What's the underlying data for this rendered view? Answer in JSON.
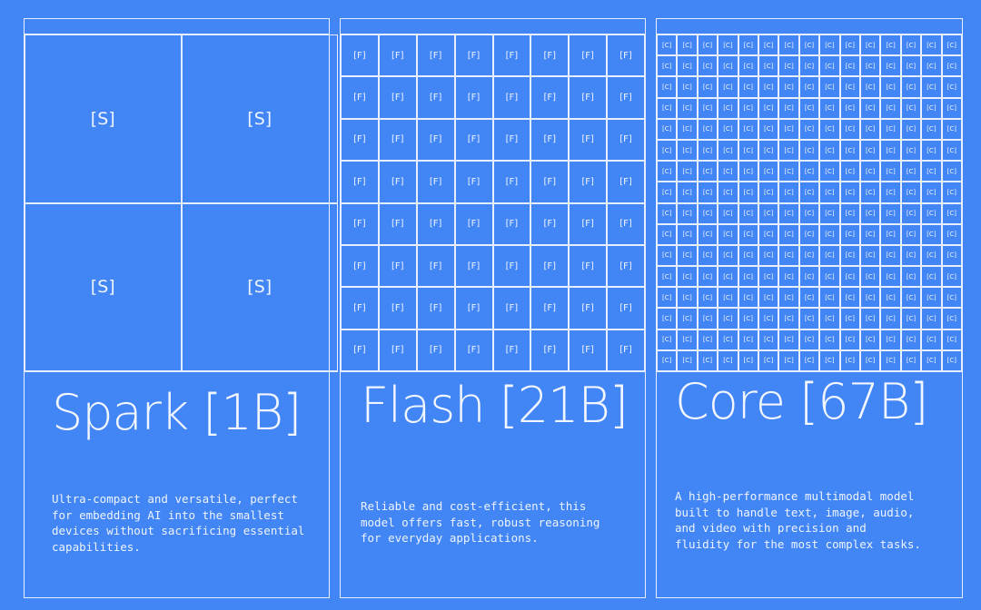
{
  "panels": [
    {
      "id": "spark",
      "title": "Spark [1B]",
      "cell_label": "[S]",
      "cols": 2,
      "rows": 2,
      "description": "Ultra-compact and versatile, perfect\nfor embedding AI into the smallest\ndevices without sacrificing essential\ncapabilities."
    },
    {
      "id": "flash",
      "title": "Flash [21B]",
      "cell_label": "[F]",
      "cols": 8,
      "rows": 8,
      "description": "Reliable and cost-efficient, this\nmodel offers fast, robust reasoning\nfor everyday applications."
    },
    {
      "id": "core",
      "title": "Core [67B]",
      "cell_label": "[C]",
      "cols": 15,
      "rows": 16,
      "description": "A high-performance multimodal model\nbuilt to handle text, image, audio,\nand video with precision and\nfluidity for the most complex tasks."
    }
  ],
  "colors": {
    "background": "#4285f4",
    "line": "#e6eeff",
    "text": "#eef4ff"
  }
}
